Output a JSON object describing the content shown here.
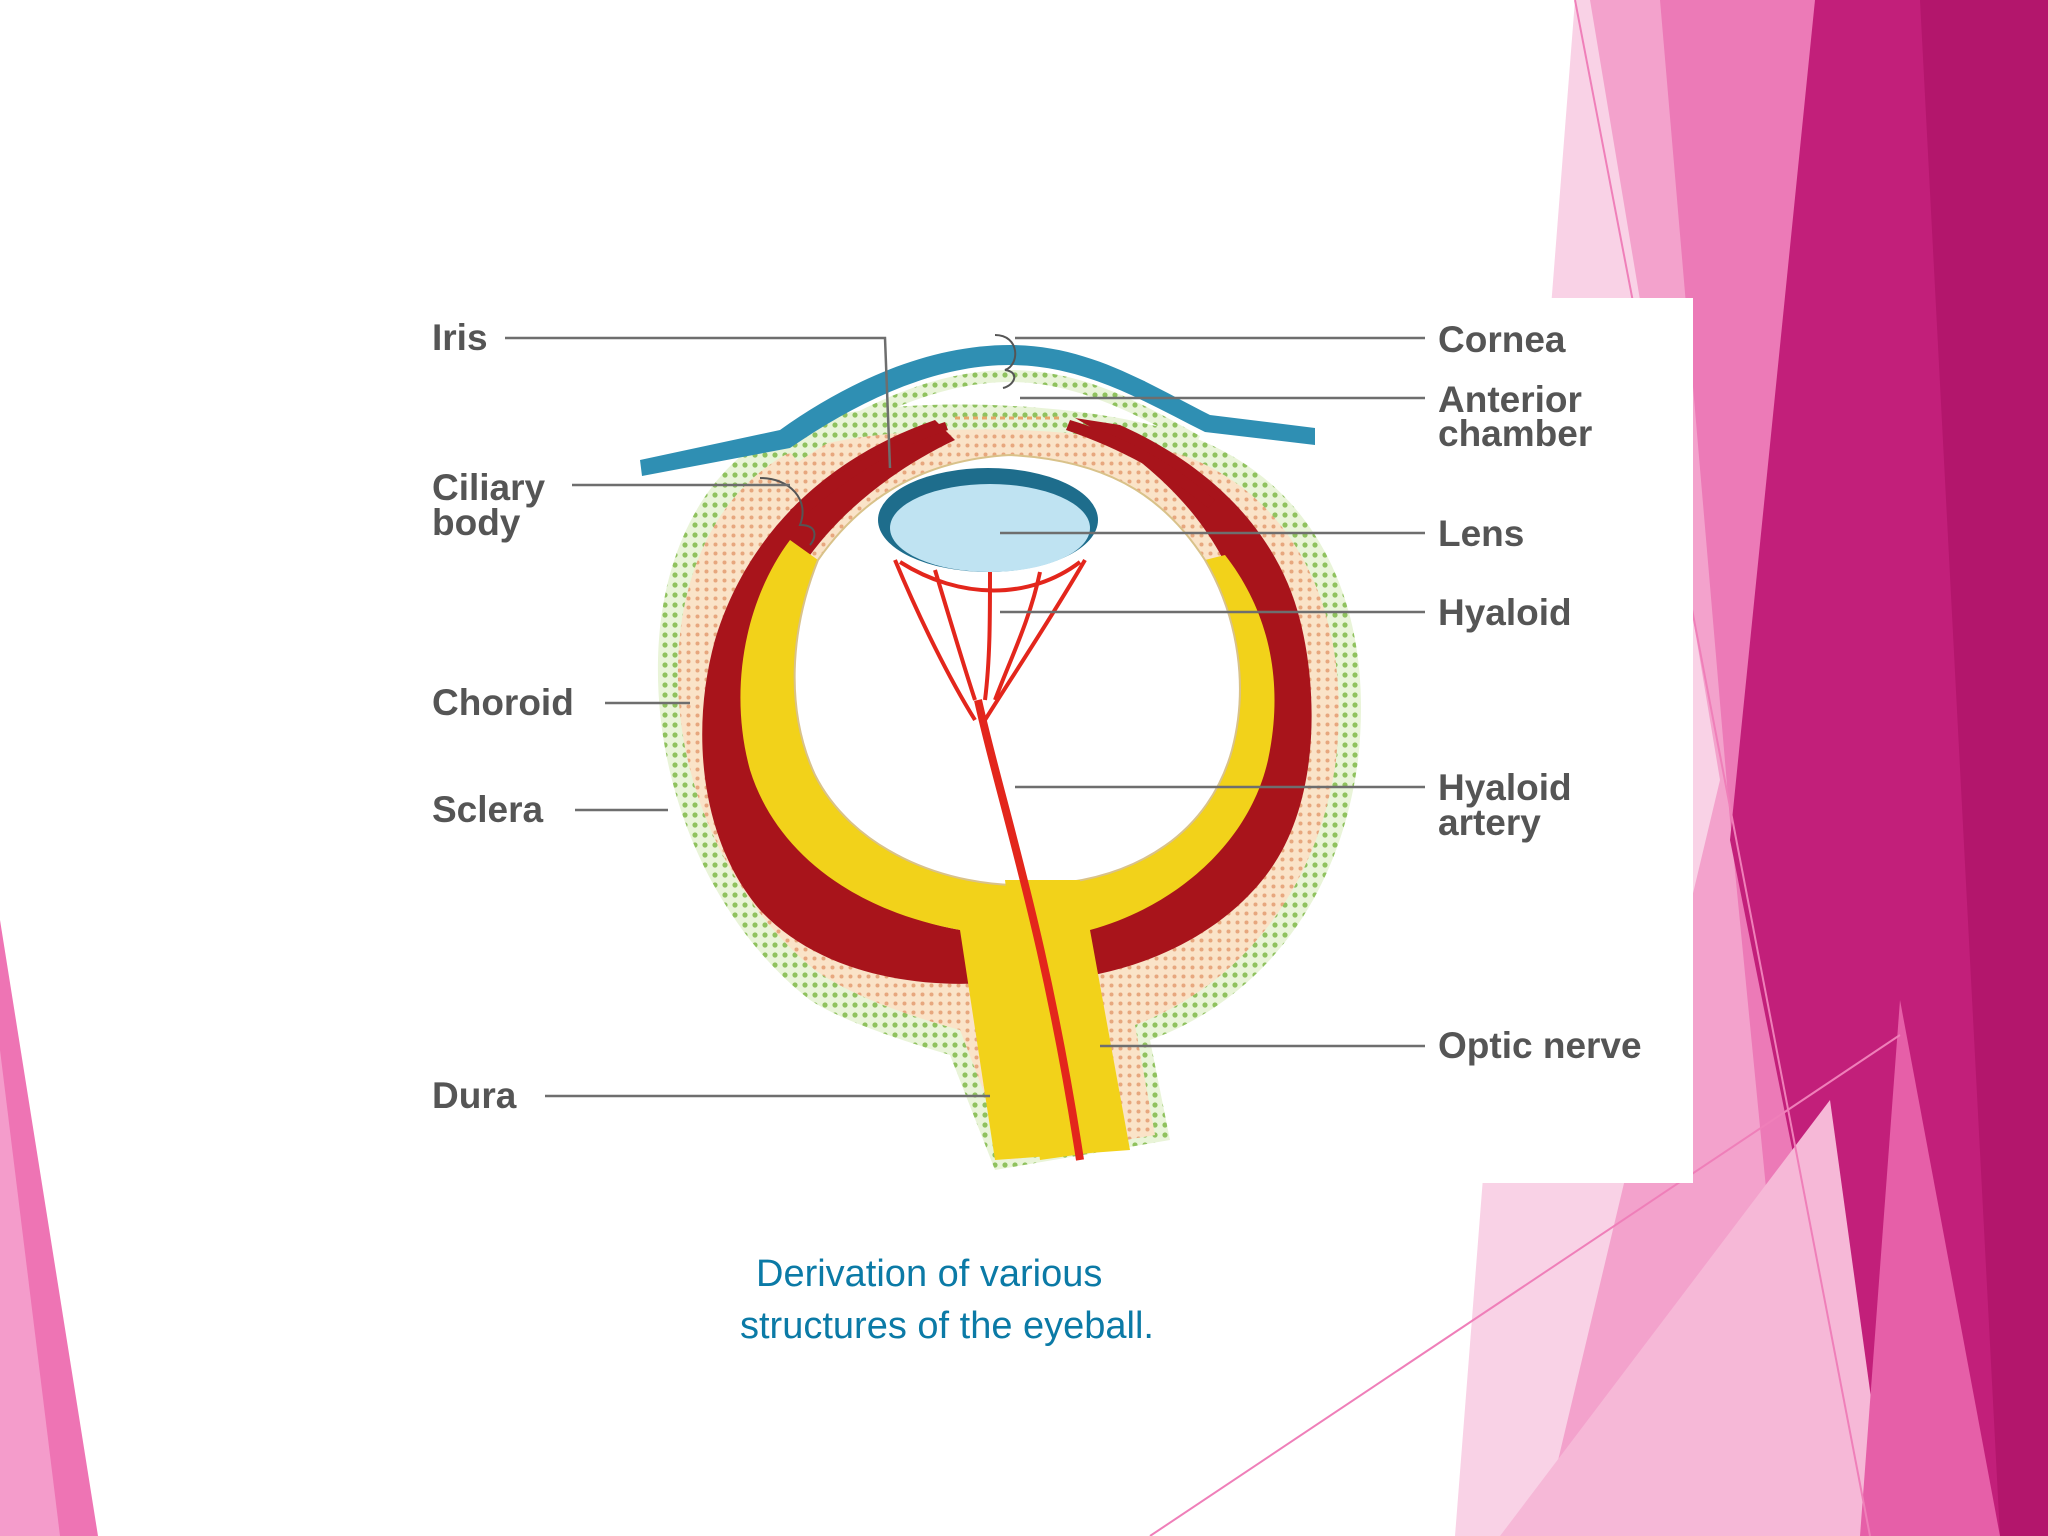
{
  "diagram": {
    "labels": {
      "iris": "Iris",
      "ciliary_body": [
        "Ciliary",
        "body"
      ],
      "choroid": "Choroid",
      "sclera": "Sclera",
      "dura": "Dura",
      "cornea": "Cornea",
      "anterior_chamber": [
        "Anterior",
        "chamber"
      ],
      "lens": "Lens",
      "hyaloid": "Hyaloid",
      "hyaloid_artery": [
        "Hyaloid",
        "artery"
      ],
      "optic_nerve": "Optic nerve"
    },
    "colors": {
      "cornea": "#2f8fb3",
      "lens": "#bfe3f2",
      "choroid": "#a8141b",
      "retina": "#f2d21a",
      "sclera_dots": "#9ccc6a",
      "sclera_fill": "#f5d2ae",
      "hyaloid_vessels": "#e3261c"
    }
  },
  "caption": {
    "line1": "Derivation of various",
    "line2": "structures of the eyeball."
  },
  "theme": {
    "accent_dark": "#b5176f",
    "accent_mid": "#e54aa0",
    "accent_light": "#f39ac9",
    "accent_pale": "#f8c9e1"
  }
}
